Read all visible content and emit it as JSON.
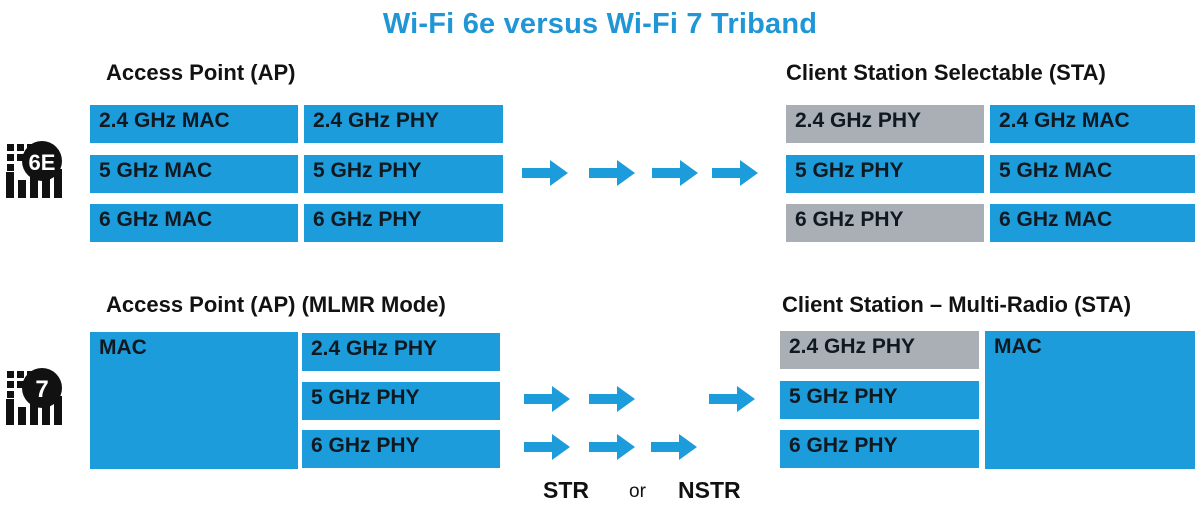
{
  "title": "Wi-Fi 6e versus Wi-Fi 7 Triband",
  "colors": {
    "title_blue": "#2196d6",
    "block_blue": "#1d9cdc",
    "block_gray": "#a9afb5",
    "arrow_blue": "#1d9cdc",
    "text_dark": "#101820",
    "background": "#ffffff"
  },
  "wifi6e": {
    "logo_label": "6E",
    "logo_icon": "wifi-6e-logo-icon",
    "ap": {
      "heading": "Access Point (AP)",
      "mac_column": [
        "2.4 GHz MAC",
        "5 GHz MAC",
        "6 GHz MAC"
      ],
      "phy_column": [
        "2.4 GHz PHY",
        "5 GHz PHY",
        "6 GHz PHY"
      ],
      "mac_states": [
        "blue",
        "blue",
        "blue"
      ],
      "phy_states": [
        "blue",
        "blue",
        "blue"
      ]
    },
    "arrows": {
      "count": 4,
      "icon": "right-arrow-icon"
    },
    "sta": {
      "heading": "Client Station Selectable (STA)",
      "phy_column": [
        "2.4 GHz PHY",
        "5 GHz PHY",
        "6 GHz PHY"
      ],
      "mac_column": [
        "2.4 GHz MAC",
        "5 GHz MAC",
        "6 GHz MAC"
      ],
      "phy_states": [
        "gray",
        "blue",
        "gray"
      ],
      "mac_states": [
        "blue",
        "blue",
        "blue"
      ]
    }
  },
  "wifi7": {
    "logo_label": "7",
    "logo_icon": "wifi-7-logo-icon",
    "ap": {
      "heading": "Access Point (AP) (MLMR Mode)",
      "mac_label": "MAC",
      "phy_column": [
        "2.4 GHz PHY",
        "5 GHz PHY",
        "6 GHz PHY"
      ],
      "mac_state": "blue",
      "phy_states": [
        "blue",
        "blue",
        "blue"
      ]
    },
    "arrows": {
      "row1_count": 2,
      "row1_trailing_count": 1,
      "row2_count": 3,
      "icon": "right-arrow-icon"
    },
    "modes": {
      "left_label": "STR",
      "separator": "or",
      "right_label": "NSTR"
    },
    "sta": {
      "heading": "Client Station – Multi-Radio (STA)",
      "phy_column": [
        "2.4 GHz PHY",
        "5 GHz PHY",
        "6 GHz PHY"
      ],
      "mac_label": "MAC",
      "phy_states": [
        "gray",
        "blue",
        "blue"
      ],
      "mac_state": "blue"
    }
  }
}
